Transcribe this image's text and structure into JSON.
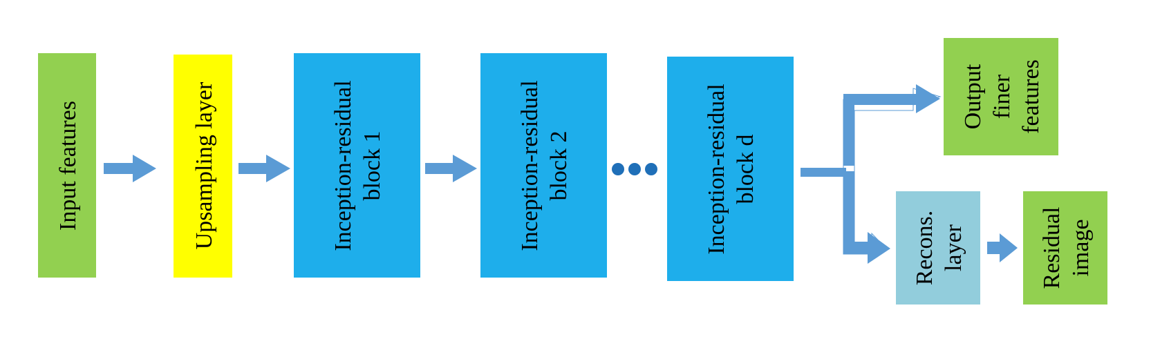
{
  "nodes": {
    "input_features": {
      "lines": [
        "Input features"
      ],
      "color": "#92d050"
    },
    "upsampling_layer": {
      "lines": [
        "Upsampling layer"
      ],
      "color": "#ffff00"
    },
    "block_1": {
      "lines": [
        "Inception-residual",
        "block 1"
      ],
      "color": "#1eaeeb"
    },
    "block_2": {
      "lines": [
        "Inception-residual",
        "block 2"
      ],
      "color": "#1eaeeb"
    },
    "block_d": {
      "lines": [
        "Inception-residual",
        "block d"
      ],
      "color": "#1eaeeb"
    },
    "output_finer_features": {
      "lines": [
        "Output",
        "finer",
        "features"
      ],
      "color": "#92d050"
    },
    "recons_layer": {
      "lines": [
        "Recons.",
        "layer"
      ],
      "color": "#92cddc"
    },
    "residual_image": {
      "lines": [
        "Residual",
        "image"
      ],
      "color": "#92d050"
    }
  },
  "colors": {
    "arrow": "#5b9bd5",
    "ellipsis": "#1f6fb8",
    "group_border": "#7030a0"
  }
}
